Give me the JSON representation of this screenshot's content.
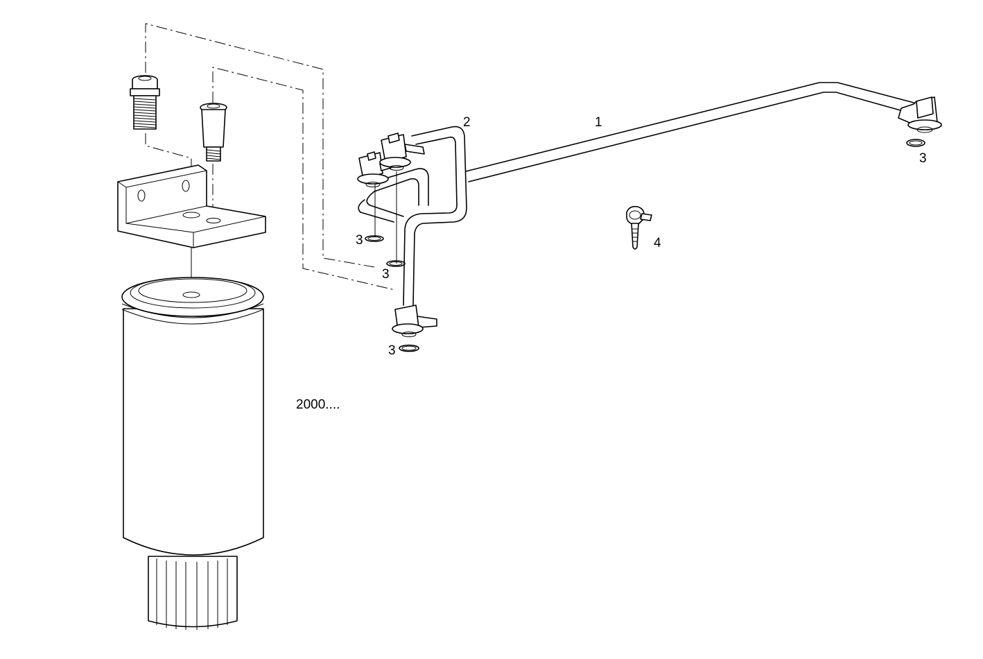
{
  "callouts": {
    "c1": "1",
    "c2": "2",
    "c3_right": "3",
    "c3_left_upper": "3",
    "c3_mid": "3",
    "c3_bottom": "3",
    "c4": "4"
  },
  "note": "2000...."
}
